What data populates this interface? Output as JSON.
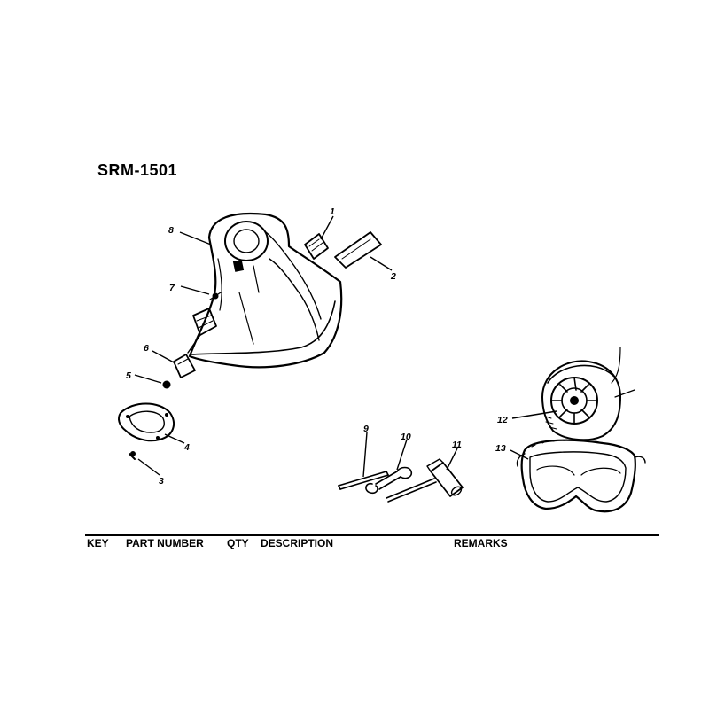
{
  "diagram": {
    "title": "SRM-1501",
    "callouts": [
      "1",
      "2",
      "3",
      "4",
      "5",
      "6",
      "7",
      "8",
      "9",
      "10",
      "11",
      "12",
      "13"
    ]
  },
  "parts_table": {
    "headers": {
      "key": "KEY",
      "part_number": "PART NUMBER",
      "qty": "QTY",
      "description": "DESCRIPTION",
      "remarks": "REMARKS"
    }
  }
}
